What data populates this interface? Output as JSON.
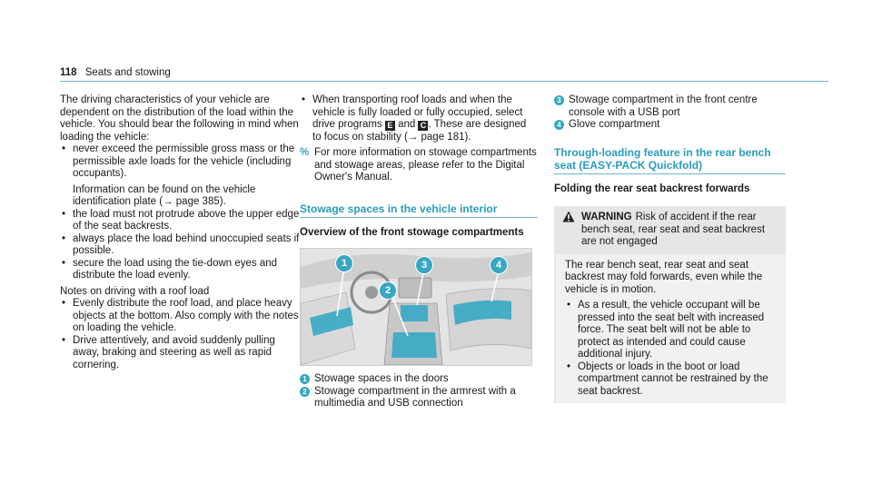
{
  "header": {
    "page_number": "118",
    "title": "Seats and stowing"
  },
  "col1": {
    "intro": "The driving characteristics of your vehicle are dependent on the distribution of the load within the vehicle. You should bear the following in mind when loading the vehicle:",
    "bullets": [
      "never exceed the permissible gross mass or the permissible axle loads for the vehicle (including occupants).",
      "the load must not protrude above the upper edge of the seat backrests.",
      "always place the load behind unoccupied seats if possible.",
      "secure the load using the tie-down eyes and distribute the load evenly."
    ],
    "bullet1_extra": "Information can be found on the vehicle identification plate (→ page 385).",
    "roof_heading": "Notes on driving with a roof load",
    "roof_bullets": [
      "Evenly distribute the roof load, and place heavy objects at the bottom. Also comply with the notes on loading the vehicle.",
      "Drive attentively, and avoid suddenly pulling away, braking and steering as well as rapid cornering."
    ]
  },
  "col2": {
    "bullet_pre": "When transporting roof loads and when the vehicle is fully loaded or fully occupied, select drive programs ",
    "key_e": "E",
    "bullet_mid": " and ",
    "key_c": "C",
    "bullet_post": ". These are designed to focus on stability (→ page 181).",
    "note_icon": "%",
    "note": "For more information on stowage compartments and stowage areas, please refer to the Digital Owner's Manual.",
    "section_title": "Stowage spaces in the vehicle interior",
    "sub_title": "Overview of the front stowage compartments",
    "callouts": [
      "1",
      "2",
      "3",
      "4"
    ],
    "legend": [
      {
        "num": "1",
        "text": "Stowage spaces in the doors"
      },
      {
        "num": "2",
        "text": "Stowage compartment in the armrest with a multimedia and USB connection"
      }
    ]
  },
  "col3": {
    "legend": [
      {
        "num": "3",
        "text": "Stowage compartment in the front centre console with a USB port"
      },
      {
        "num": "4",
        "text": "Glove compartment"
      }
    ],
    "section_title": "Through-loading feature in the rear bench seat (EASY-PACK Quickfold)",
    "sub_title": "Folding the rear seat backrest forwards",
    "warning_label": "WARNING",
    "warning_head": "Risk of accident if the rear bench seat, rear seat and seat backrest are not engaged",
    "warning_body": "The rear bench seat, rear seat and seat backrest may fold forwards, even while the vehicle is in motion.",
    "warning_bullets": [
      "As a result, the vehicle occupant will be pressed into the seat belt with increased force. The seat belt will not be able to protect as intended and could cause additional injury.",
      "Objects or loads in the boot or load compartment cannot be restrained by the seat backrest."
    ]
  },
  "colors": {
    "accent": "#2a9cbc",
    "callout": "#37a7c3",
    "warning_bg": "#e6e6e6"
  }
}
